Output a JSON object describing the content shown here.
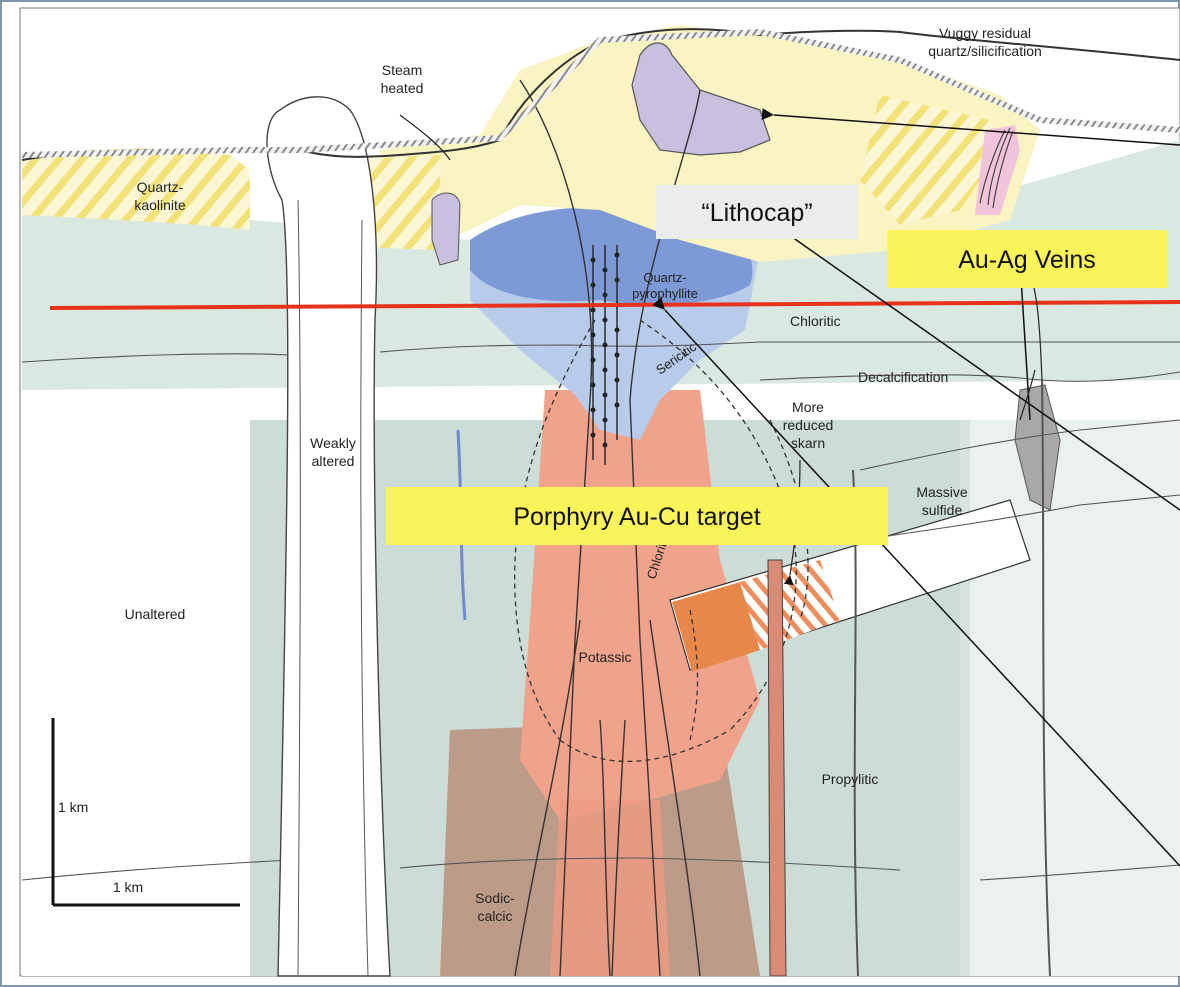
{
  "colors": {
    "frame_border": "#7f95ad",
    "lithocap_yellow": "#faf3c2",
    "hatch_yellow": "#f3e27a",
    "advanced_argillic_blue": "#7d9ad6",
    "sericitic_blue": "#b8cbea",
    "chloritic_mint": "#d9e9e1",
    "propylitic_green": "#b9cfc7",
    "potassic_salmon": "#f0a38a",
    "sodic_calcic_brown": "#b8917a",
    "vuggy_lavender": "#c8c0de",
    "skarn_orange": "#e8874a",
    "massive_sulfide_gray": "#a8a8a8",
    "vein_pink": "#f2c4dc",
    "callout_yellow": "#fbf35a",
    "red_line": "#e8331c"
  },
  "labels": {
    "vuggy": [
      "Vuggy residual",
      "quartz/silicification"
    ],
    "steam": [
      "Steam",
      "heated"
    ],
    "quartz_kaolinite": [
      "Quartz-",
      "kaolinite"
    ],
    "quartz_pyrophyllite": [
      "Quartz-",
      "pyrophyllite"
    ],
    "chloritic": "Chloritic",
    "sericitic": "Sericitic",
    "decalcification": "Decalcification",
    "more_reduced_skarn": [
      "More",
      "reduced",
      "skarn"
    ],
    "weakly_altered": [
      "Weakly",
      "altered"
    ],
    "chlorite_sericite": "Chlorite-sericite",
    "massive_sulfide": [
      "Massive",
      "sulfide"
    ],
    "unaltered": "Unaltered",
    "potassic": "Potassic",
    "propylitic": "Propylitic",
    "sodic_calcic": [
      "Sodic-",
      "calcic"
    ]
  },
  "scale_bar": {
    "vertical": "1 km",
    "horizontal": "1 km"
  },
  "callouts": {
    "lithocap": "“Lithocap”",
    "veins": "Au-Ag Veins",
    "porphyry": "Porphyry Au-Cu target"
  }
}
